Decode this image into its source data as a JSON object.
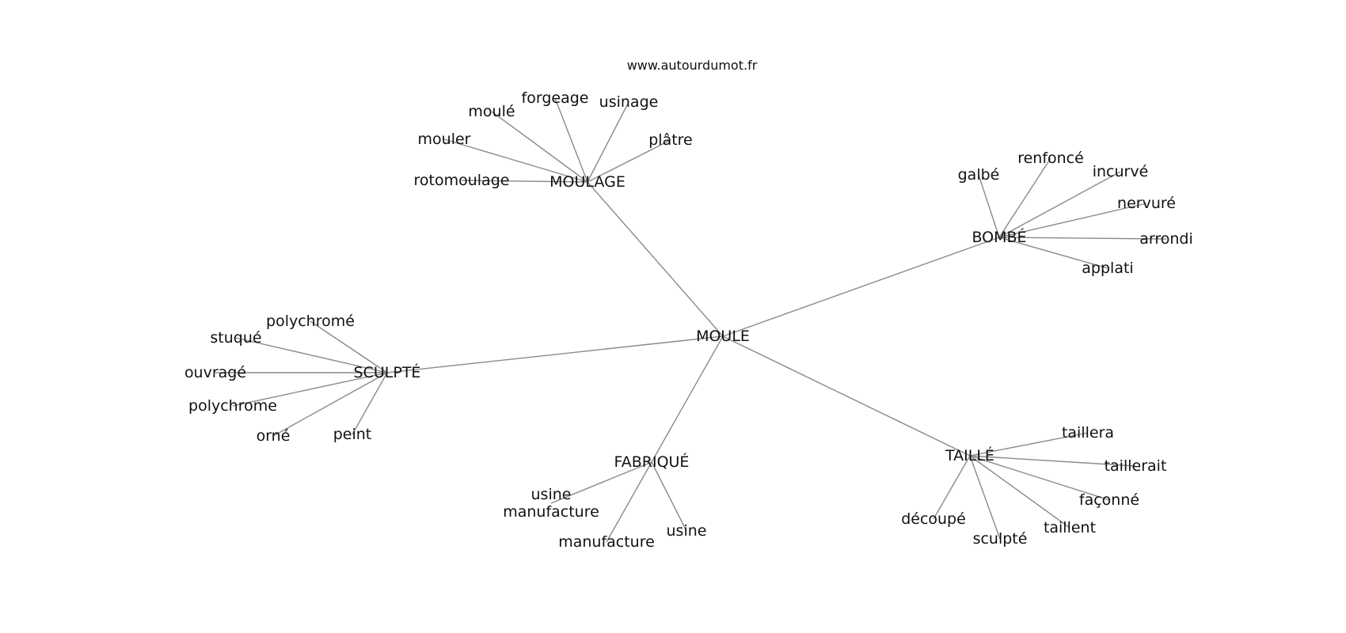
{
  "source_url": "www.autourdumot.fr",
  "center": "MOULE",
  "groups": [
    {
      "hub": "MOULAGE",
      "words": [
        "rotomoulage",
        "mouler",
        "moulé",
        "forgeage",
        "usinage",
        "plâtre"
      ]
    },
    {
      "hub": "BOMBÉ",
      "words": [
        "galbé",
        "renfoncé",
        "incurvé",
        "nervuré",
        "arrondi",
        "applati"
      ]
    },
    {
      "hub": "SCULPTÉ",
      "words": [
        "polychromé",
        "stuqué",
        "ouvragé",
        "polychrome",
        "orné",
        "peint"
      ]
    },
    {
      "hub": "FABRIQUÉ",
      "words": [
        "usine\nmanufacture",
        "manufacture",
        "usine"
      ]
    },
    {
      "hub": "TAILLÉ",
      "words": [
        "taillera",
        "taillerait",
        "façonné",
        "taillent",
        "sculpté",
        "découpé"
      ]
    }
  ]
}
